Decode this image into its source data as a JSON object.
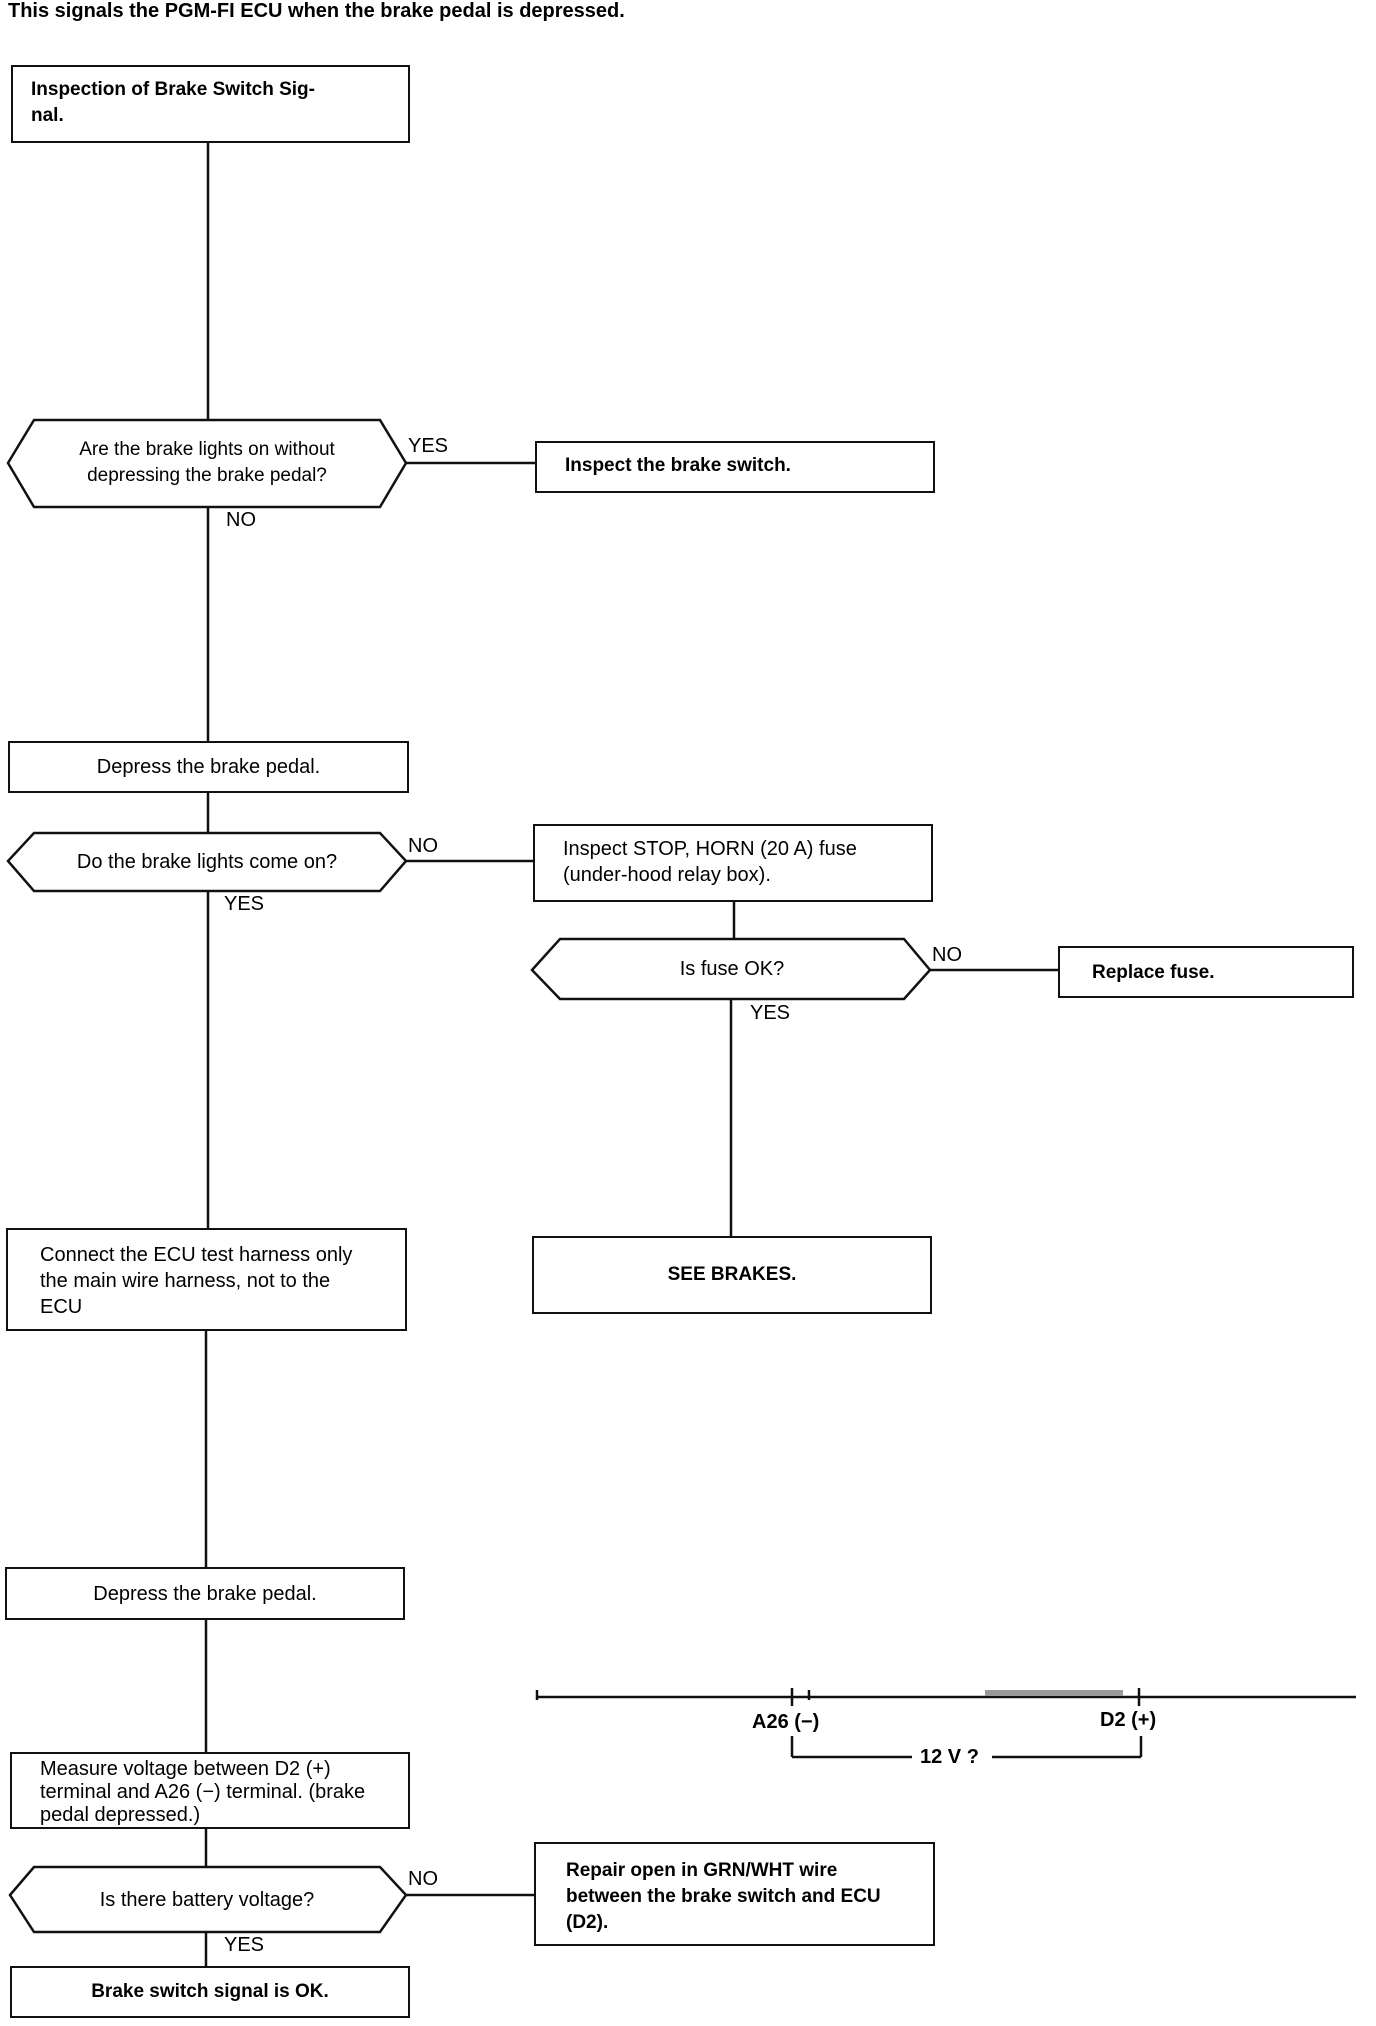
{
  "header": "This signals the PGM-FI ECU when the brake pedal is depressed.",
  "nodes": {
    "start": "Inspection of Brake Switch Sig-\nnal.",
    "q_lights_on": "Are the brake lights on without depressing the brake pedal?",
    "inspect_switch": "Inspect the brake switch.",
    "depress1": "Depress the brake pedal.",
    "q_lights_come_on": "Do the brake lights come on?",
    "inspect_fuse": "Inspect STOP, HORN (20 A) fuse (under-hood relay box).",
    "q_fuse_ok": "Is fuse OK?",
    "replace_fuse": "Replace fuse.",
    "see_brakes": "SEE BRAKES.",
    "connect_harness": "Connect the ECU test harness only the main wire harness, not to the ECU",
    "depress2": "Depress the brake pedal.",
    "measure_voltage": "Measure voltage between D2 (+) terminal and A26 (−) terminal. (brake pedal depressed.)",
    "q_battery": "Is there battery voltage?",
    "repair_open": "Repair open in GRN/WHT wire between the brake switch and ECU (D2).",
    "signal_ok": "Brake switch signal is OK."
  },
  "labels": {
    "yes": "YES",
    "no": "NO"
  },
  "connector": {
    "a26": "A26 (−)",
    "d2": "D2 (+)",
    "voltage": "12 V ?"
  }
}
